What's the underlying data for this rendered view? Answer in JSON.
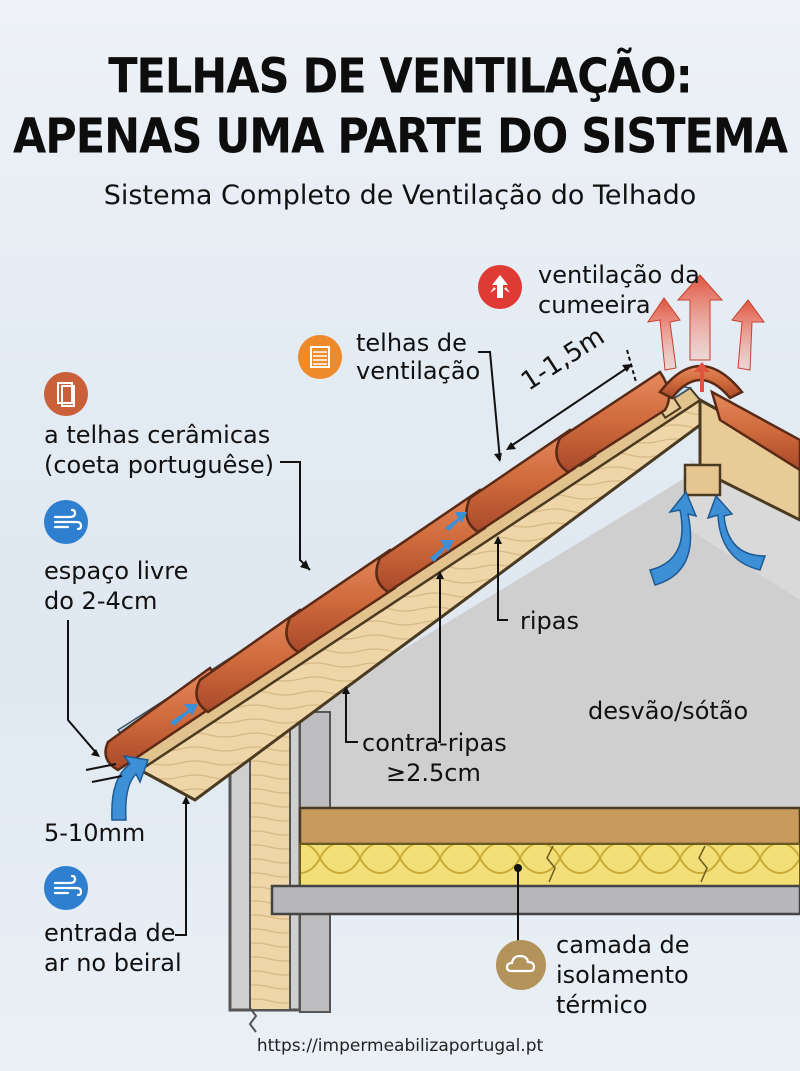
{
  "title_line1": "TELHAS DE VENTILAÇÃO:",
  "title_line2": "APENAS UMA PARTE DO SISTEMA",
  "subtitle": "Sistema Completo de Ventilação do Telhado",
  "labels": {
    "ridge_vent": [
      "ventilação da",
      "cumeeira"
    ],
    "vent_tiles": [
      "telhas de",
      "ventilação"
    ],
    "ceramic_tiles": [
      "a telhas cerâmicas",
      "(coeta portuguêse)"
    ],
    "air_gap": [
      "espaço livre",
      "do 2-4cm"
    ],
    "spacing": "1-1,5m",
    "battens": "ripas",
    "counter_battens": [
      "contra-ripas",
      "≥2.5cm"
    ],
    "attic": "desvão/sótão",
    "eave_gap": "5-10mm",
    "eave_inlet": [
      "entrada de",
      "ar no beiral"
    ],
    "insulation": [
      "camada de",
      "isolamento",
      "térmico"
    ]
  },
  "icons": {
    "ridge_vent": "arrow-up-icon",
    "vent_tiles": "vent-grille-icon",
    "ceramic_tiles": "tile-icon",
    "air_gap": "wind-icon",
    "eave_inlet": "wind-icon",
    "insulation": "cloud-icon"
  },
  "colors": {
    "red_badge": "#e03a35",
    "orange_badge": "#ef8a2a",
    "terracotta_badge": "#c9603a",
    "blue_badge": "#2f7fd1",
    "gold_badge": "#b4935a",
    "tile": "#cf6a3c",
    "wood": "#edd3a6",
    "airflow": "#3d8fd6",
    "insulation": "#f2dc6a"
  },
  "url": "https://impermeabilizaportugal.pt"
}
